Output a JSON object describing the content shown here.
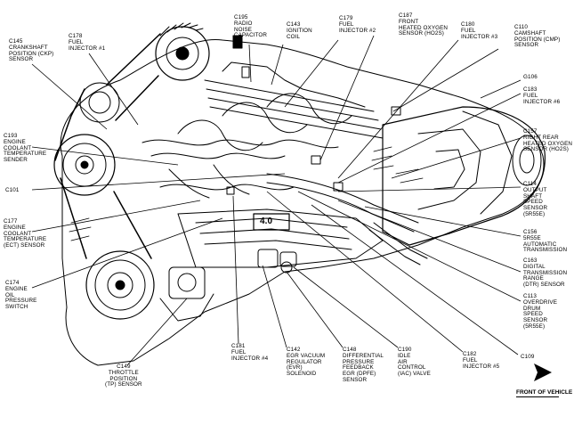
{
  "labels": {
    "c145": [
      "C145",
      "CRANKSHAFT",
      "POSITION (CKP)",
      "SENSOR"
    ],
    "c178": [
      "C178",
      "FUEL",
      "INJECTOR #1"
    ],
    "c195": [
      "C195",
      "RADIO",
      "NOISE",
      "CAPACITOR"
    ],
    "c143": [
      "C143",
      "IGNITION",
      "COIL"
    ],
    "c179": [
      "C179",
      "FUEL",
      "INJECTOR #2"
    ],
    "c187": [
      "C187",
      "FRONT",
      "HEATED OXYGEN",
      "SENSOR (HO2S)"
    ],
    "c180": [
      "C180",
      "FUEL",
      "INJECTOR #3"
    ],
    "c110": [
      "C110",
      "CAMSHAFT",
      "POSITION (CMP)",
      "SENSOR"
    ],
    "g106": [
      "G106"
    ],
    "c183": [
      "C183",
      "FUEL",
      "INJECTOR #6"
    ],
    "c157": [
      "C157",
      "RIGHT REAR",
      "HEATED OXYGEN",
      "SENSOR (HO2S)"
    ],
    "c193": [
      "C193",
      "ENGINE",
      "COOLANT",
      "TEMPERATURE",
      "SENDER"
    ],
    "c101": [
      "C101"
    ],
    "c114": [
      "C114",
      "OUTPUT",
      "SHAFT",
      "SPEED",
      "SENSOR",
      "(5R55E)"
    ],
    "c177": [
      "C177",
      "ENGINE",
      "COOLANT",
      "TEMPERATURE",
      "(ECT) SENSOR"
    ],
    "c156": [
      "C156",
      "5R55E",
      "AUTOMATIC",
      "TRANSMISSION"
    ],
    "c163": [
      "C163",
      "DIGITAL",
      "TRANSMISSION",
      "RANGE",
      "(DTR) SENSOR"
    ],
    "c174": [
      "C174",
      "ENGINE",
      "OIL",
      "PRESSURE",
      "SWITCH"
    ],
    "c113": [
      "C113",
      "OVERDRIVE",
      "DRUM",
      "SPEED",
      "SENSOR",
      "(5R55E)"
    ],
    "c149": [
      "C149",
      "THROTTLE",
      "POSITION",
      "(TP) SENSOR"
    ],
    "c181": [
      "C181",
      "FUEL",
      "INJECTOR #4"
    ],
    "c142": [
      "C142",
      "EGR VACUUM",
      "REGULATOR",
      "(EVR)",
      "SOLENOID"
    ],
    "c148": [
      "C148",
      "DIFFERENTIAL",
      "PRESSURE",
      "FEEDBACK",
      "EGR (DPFE)",
      "SENSOR"
    ],
    "c190": [
      "C190",
      "IDLE",
      "AIR",
      "CONTROL",
      "(IAC) VALVE"
    ],
    "c182": [
      "C182",
      "FUEL",
      "INJECTOR #5"
    ],
    "c109": [
      "C109"
    ]
  },
  "front_label": "FRONT OF VEHICLE",
  "engine_badge": "4.0"
}
